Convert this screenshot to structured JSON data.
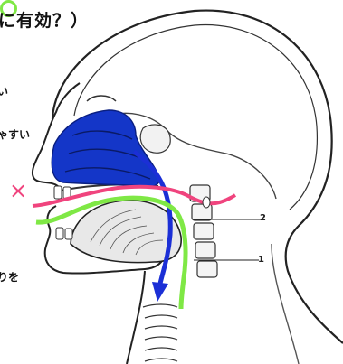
{
  "title": "に有効？）",
  "left_text_fragments": [
    "い",
    "ゃすい",
    "りを"
  ],
  "markers": {
    "cross": "×",
    "circle": "○"
  },
  "callout_labels": [
    "2",
    "1"
  ],
  "colors": {
    "nasal_region": "#1436c8",
    "mouth_breathing_path": "#f0447e",
    "nasal_breathing_path": "#7fe845",
    "airflow_arrow": "#1b2fd6"
  }
}
